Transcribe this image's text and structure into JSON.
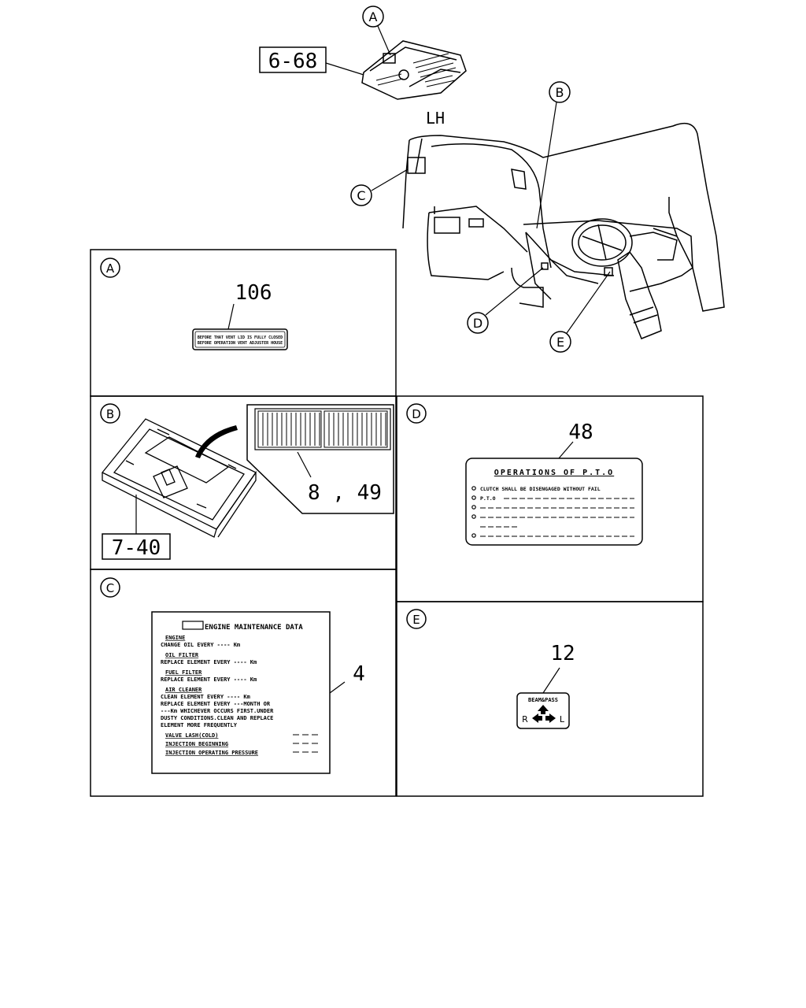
{
  "top": {
    "ref_box": "6-68",
    "side_label": "LH",
    "callouts": [
      "A",
      "B",
      "C",
      "D",
      "E"
    ]
  },
  "panel_a": {
    "letter": "A",
    "part_no": "106",
    "label_line1": "BEFORE THAT VENT LID IS FULLY CLOSED",
    "label_line2": "BEFORE OPERATION VENT ADJUSTER HOUSE"
  },
  "panel_b": {
    "letter": "B",
    "part_no": "8 , 49",
    "ref_box": "7-40"
  },
  "panel_c": {
    "letter": "C",
    "part_no": "4",
    "title": "ENGINE MAINTENANCE DATA",
    "lines": [
      "ENGINE",
      "CHANGE OIL EVERY ---- Km",
      "OIL FILTER",
      "REPLACE ELEMENT EVERY ---- Km",
      "FUEL FILTER",
      "REPLACE ELEMENT EVERY ---- Km",
      "AIR CLEANER",
      "CLEAN ELEMENT EVERY ---- Km",
      "REPLACE ELEMENT EVERY ---MONTH OR",
      "---Km WHICHEVER OCCURS FIRST.UNDER",
      "DUSTY CONDITIONS.CLEAN AND REPLACE",
      "ELEMENT MORE FREQUENTLY",
      "VALVE LASH(COLD)",
      "INJECTION BEGINNING",
      "INJECTION OPERATING PRESSURE"
    ]
  },
  "panel_d": {
    "letter": "D",
    "part_no": "48",
    "title": "OPERATIONS OF P.T.O",
    "line1": "CLUTCH SHALL BE DISENGAGED WITHOUT FAIL",
    "line2": "P.T.O",
    "dash_short": "-----"
  },
  "panel_e": {
    "letter": "E",
    "part_no": "12",
    "label_title": "BEAM&PASS",
    "left": "R",
    "right": "L"
  }
}
